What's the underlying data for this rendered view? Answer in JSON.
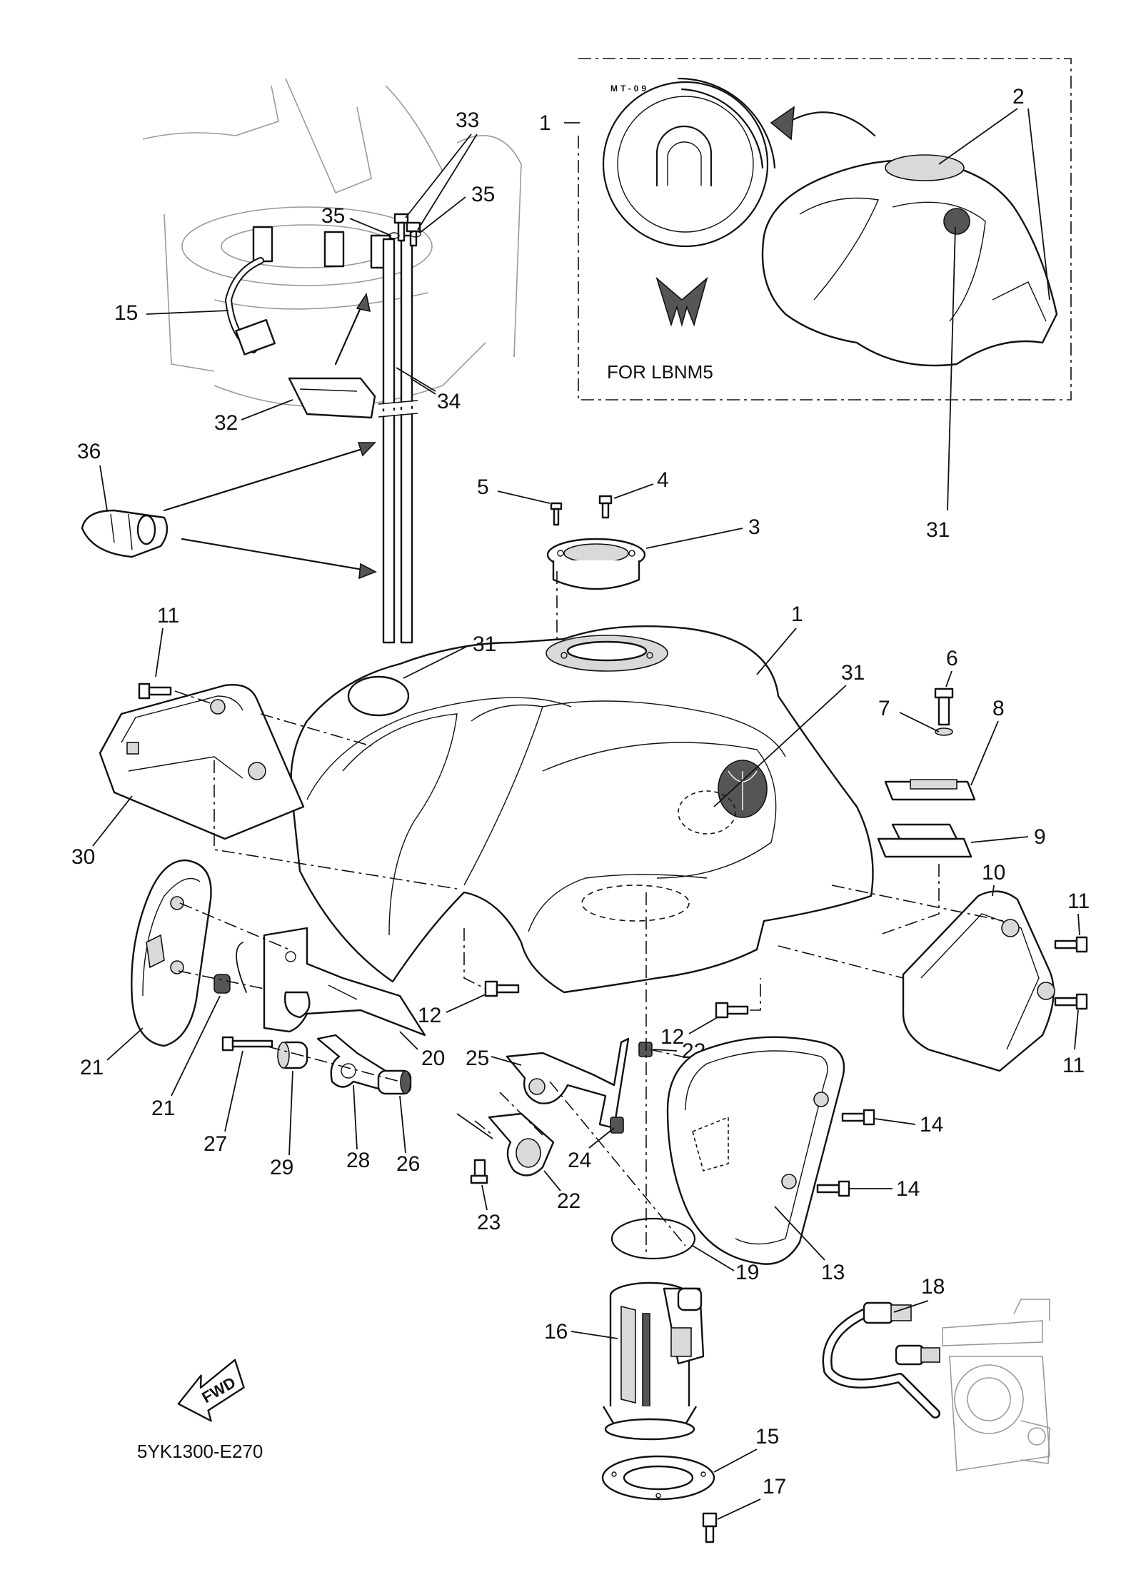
{
  "inset_note": "FOR LBNM5",
  "diagram_code": "5YK1300-E270",
  "fwd_label": "FWD",
  "emblem_text": "MT-09",
  "callouts": [
    {
      "id": "c-1-inset",
      "label": "1"
    },
    {
      "id": "c-2",
      "label": "2"
    },
    {
      "id": "c-31-inset",
      "label": "31"
    },
    {
      "id": "c-33",
      "label": "33"
    },
    {
      "id": "c-35-left",
      "label": "35"
    },
    {
      "id": "c-35-right",
      "label": "35"
    },
    {
      "id": "c-15-top",
      "label": "15"
    },
    {
      "id": "c-34",
      "label": "34"
    },
    {
      "id": "c-32",
      "label": "32"
    },
    {
      "id": "c-36",
      "label": "36"
    },
    {
      "id": "c-5",
      "label": "5"
    },
    {
      "id": "c-4",
      "label": "4"
    },
    {
      "id": "c-3",
      "label": "3"
    },
    {
      "id": "c-1-main",
      "label": "1"
    },
    {
      "id": "c-11-left",
      "label": "11"
    },
    {
      "id": "c-31-sticker",
      "label": "31"
    },
    {
      "id": "c-31-emblem",
      "label": "31"
    },
    {
      "id": "c-6",
      "label": "6"
    },
    {
      "id": "c-7",
      "label": "7"
    },
    {
      "id": "c-8",
      "label": "8"
    },
    {
      "id": "c-9",
      "label": "9"
    },
    {
      "id": "c-30",
      "label": "30"
    },
    {
      "id": "c-10",
      "label": "10"
    },
    {
      "id": "c-11-right-top",
      "label": "11"
    },
    {
      "id": "c-11-right-bottom",
      "label": "11"
    },
    {
      "id": "c-12-left",
      "label": "12"
    },
    {
      "id": "c-12-right",
      "label": "12"
    },
    {
      "id": "c-20",
      "label": "20"
    },
    {
      "id": "c-21-top",
      "label": "21"
    },
    {
      "id": "c-21-bottom",
      "label": "21"
    },
    {
      "id": "c-27",
      "label": "27"
    },
    {
      "id": "c-29",
      "label": "29"
    },
    {
      "id": "c-28",
      "label": "28"
    },
    {
      "id": "c-26",
      "label": "26"
    },
    {
      "id": "c-25",
      "label": "25"
    },
    {
      "id": "c-22-left",
      "label": "22"
    },
    {
      "id": "c-24",
      "label": "24"
    },
    {
      "id": "c-22-right",
      "label": "22"
    },
    {
      "id": "c-23",
      "label": "23"
    },
    {
      "id": "c-14-top",
      "label": "14"
    },
    {
      "id": "c-14-bottom",
      "label": "14"
    },
    {
      "id": "c-13",
      "label": "13"
    },
    {
      "id": "c-19",
      "label": "19"
    },
    {
      "id": "c-16",
      "label": "16"
    },
    {
      "id": "c-15-bottom",
      "label": "15"
    },
    {
      "id": "c-17",
      "label": "17"
    },
    {
      "id": "c-18",
      "label": "18"
    }
  ]
}
